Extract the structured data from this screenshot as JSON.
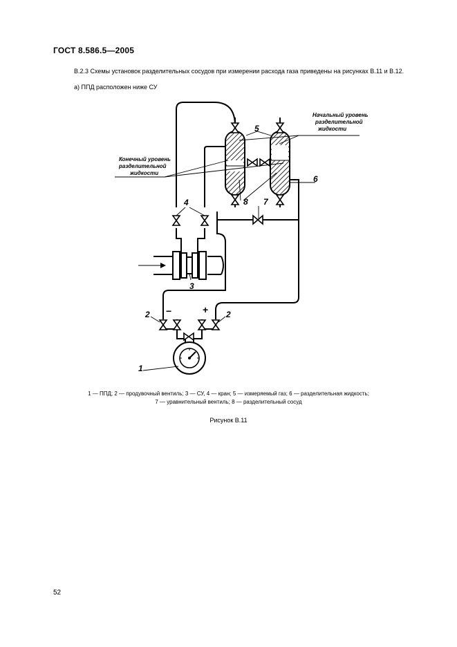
{
  "header": {
    "standard": "ГОСТ  8.586.5—2005"
  },
  "text": {
    "paragraph": "В.2.3  Схемы установок разделительных сосудов при измерении расхода газа приведены на рисунках В.11 и В.12.",
    "item": "а)  ППД расположен ниже СУ"
  },
  "figure": {
    "labels": {
      "l1": "1",
      "l2a": "2",
      "l2b": "2",
      "l3": "3",
      "l4": "4",
      "l5": "5",
      "l6": "6",
      "l7": "7",
      "l8": "8",
      "minus": "−",
      "plus": "+"
    },
    "notes": {
      "initial_1": "Начальный уровень",
      "initial_2": "разделительной",
      "initial_3": "жидкости",
      "final_1": "Конечный уровень",
      "final_2": "разделительной",
      "final_3": "жидкости"
    },
    "legend_line1": "1 — ППД; 2 — продувочный вентиль; 3 — СУ, 4 — кран; 5 — измеряемый газ; 6 —  разделительная жидкость;",
    "legend_line2": "7 — уравнительный вентиль; 8 — разделительный сосуд",
    "caption": "Рисунок В.11"
  },
  "footer": {
    "page_number": "52"
  }
}
